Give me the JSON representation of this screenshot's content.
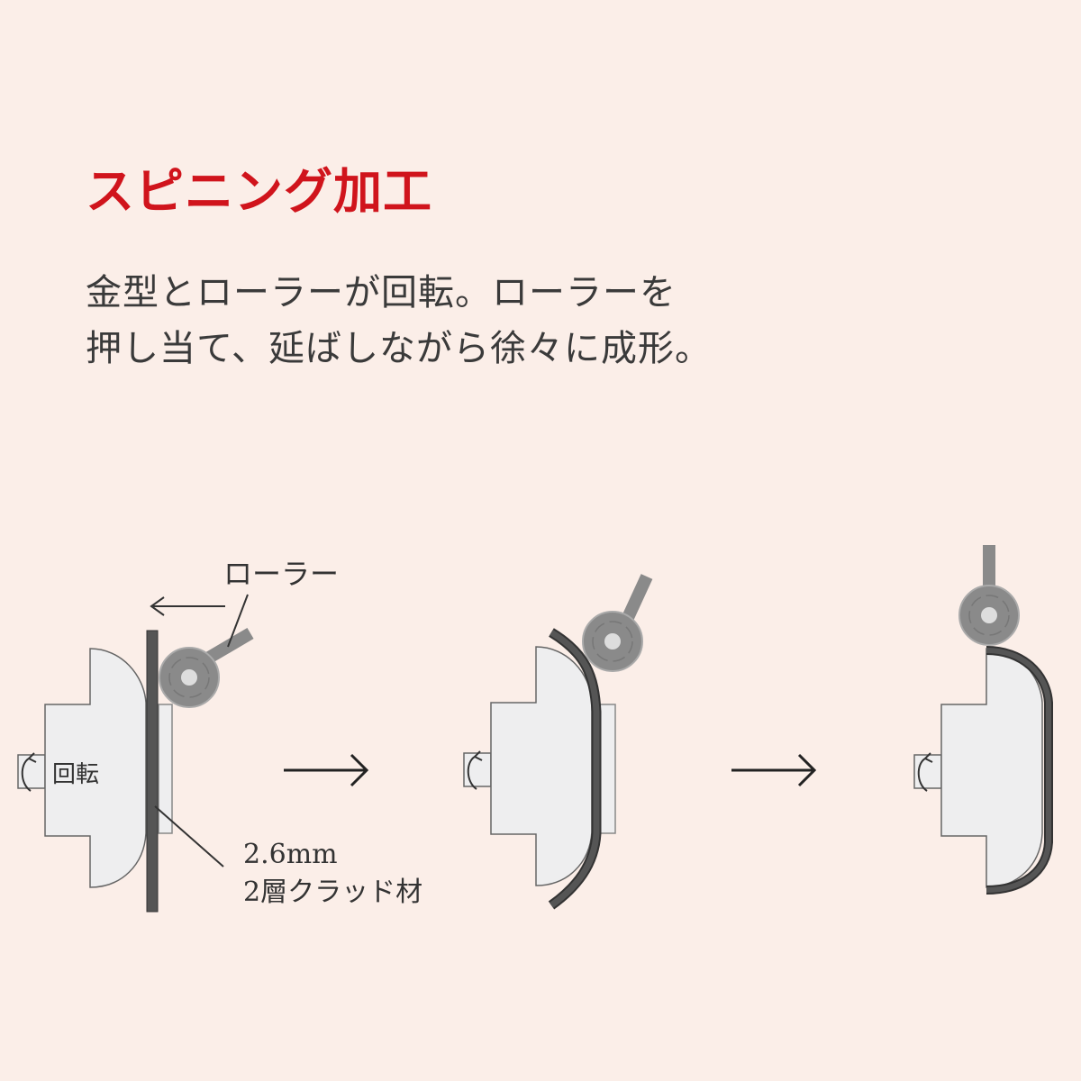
{
  "title": "スピニング加工",
  "description": [
    "金型とローラーが回転。ローラーを",
    "押し当て、延ばしながら徐々に成形。"
  ],
  "labels": {
    "roller": "ローラー",
    "rotation": "回転",
    "thickness": "2.6mm",
    "material": "2層クラッド材"
  },
  "colors": {
    "title": "#d0141c",
    "background": "#fbeee8",
    "die": "#eeeeef",
    "plate": "#555555",
    "roller": "#8a8a8a"
  }
}
